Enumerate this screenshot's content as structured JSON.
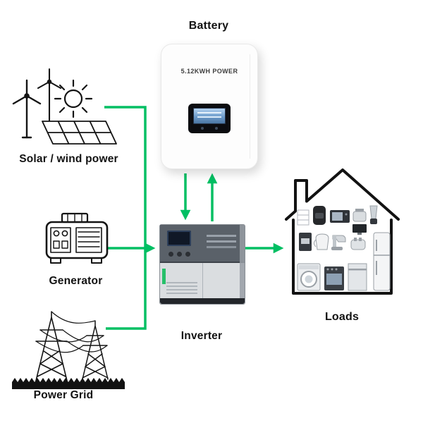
{
  "colors": {
    "arrow_green": "#00bf63",
    "ink": "#121212",
    "battery_screen_blue": "#6d9ccb"
  },
  "nodes": {
    "battery": {
      "label": "Battery",
      "device_text": "5.12KWH POWER"
    },
    "solar_wind": {
      "label": "Solar / wind power"
    },
    "generator": {
      "label": "Generator"
    },
    "power_grid": {
      "label": "Power Grid"
    },
    "inverter": {
      "label": "Inverter"
    },
    "loads": {
      "label": "Loads"
    }
  },
  "connections": [
    {
      "from": "solar_wind",
      "to": "inverter"
    },
    {
      "from": "generator",
      "to": "inverter"
    },
    {
      "from": "power_grid",
      "to": "inverter"
    },
    {
      "from": "battery",
      "to": "inverter",
      "direction": "down"
    },
    {
      "from": "inverter",
      "to": "battery",
      "direction": "up"
    },
    {
      "from": "inverter",
      "to": "loads"
    }
  ]
}
